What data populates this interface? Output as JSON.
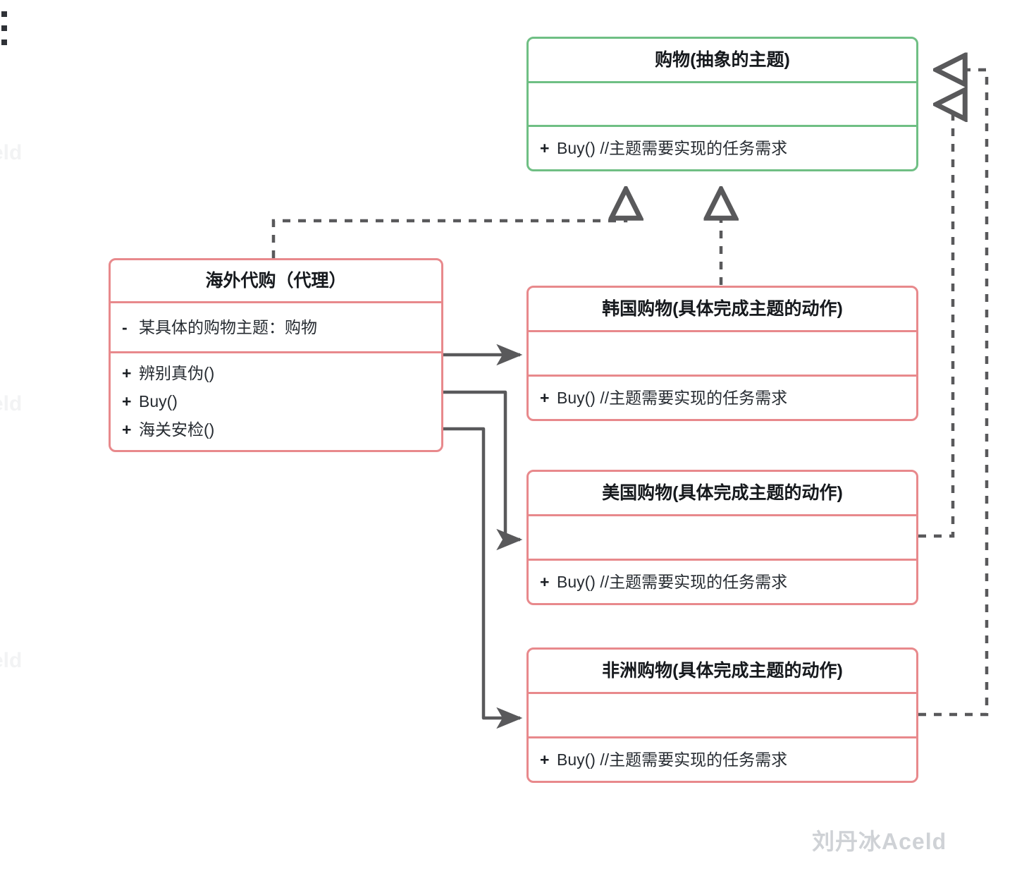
{
  "diagram": {
    "title_watermark": "刘丹冰Aceld",
    "edge_watermark": "eld",
    "colors": {
      "abstract_border": "#6FBF84",
      "concrete_border": "#E8898C",
      "connector": "#59595B",
      "text": "#262b31",
      "background": "#ffffff"
    },
    "classes": [
      {
        "id": "shopping-abstract",
        "name": "购物(抽象的主题)",
        "stereotype": "abstract",
        "attributes": [],
        "methods": [
          {
            "visibility": "+",
            "signature": "Buy()  //主题需要实现的任务需求"
          }
        ]
      },
      {
        "id": "overseas-proxy",
        "name": "海外代购（代理）",
        "stereotype": "proxy",
        "attributes": [
          {
            "visibility": "-",
            "signature": "某具体的购物主题：购物"
          }
        ],
        "methods": [
          {
            "visibility": "+",
            "signature": "辨别真伪()"
          },
          {
            "visibility": "+",
            "signature": "Buy()"
          },
          {
            "visibility": "+",
            "signature": "海关安检()"
          }
        ]
      },
      {
        "id": "korea-shopping",
        "name": "韩国购物(具体完成主题的动作)",
        "stereotype": "concrete",
        "attributes": [],
        "methods": [
          {
            "visibility": "+",
            "signature": "Buy()  //主题需要实现的任务需求"
          }
        ]
      },
      {
        "id": "usa-shopping",
        "name": "美国购物(具体完成主题的动作)",
        "stereotype": "concrete",
        "attributes": [],
        "methods": [
          {
            "visibility": "+",
            "signature": "Buy()  //主题需要实现的任务需求"
          }
        ]
      },
      {
        "id": "africa-shopping",
        "name": "非洲购物(具体完成主题的动作)",
        "stereotype": "concrete",
        "attributes": [],
        "methods": [
          {
            "visibility": "+",
            "signature": "Buy()  //主题需要实现的任务需求"
          }
        ]
      }
    ],
    "relations": [
      {
        "from": "overseas-proxy",
        "to": "shopping-abstract",
        "type": "realization",
        "style": "dashed-hollow-triangle"
      },
      {
        "from": "korea-shopping",
        "to": "shopping-abstract",
        "type": "realization",
        "style": "dashed-hollow-triangle"
      },
      {
        "from": "usa-shopping",
        "to": "shopping-abstract",
        "type": "realization",
        "style": "dashed-hollow-triangle"
      },
      {
        "from": "africa-shopping",
        "to": "shopping-abstract",
        "type": "realization",
        "style": "dashed-hollow-triangle"
      },
      {
        "from": "overseas-proxy",
        "to": "korea-shopping",
        "type": "association",
        "style": "solid-filled-arrow"
      },
      {
        "from": "overseas-proxy",
        "to": "usa-shopping",
        "type": "association",
        "style": "solid-filled-arrow"
      },
      {
        "from": "overseas-proxy",
        "to": "africa-shopping",
        "type": "association",
        "style": "solid-filled-arrow"
      }
    ]
  }
}
